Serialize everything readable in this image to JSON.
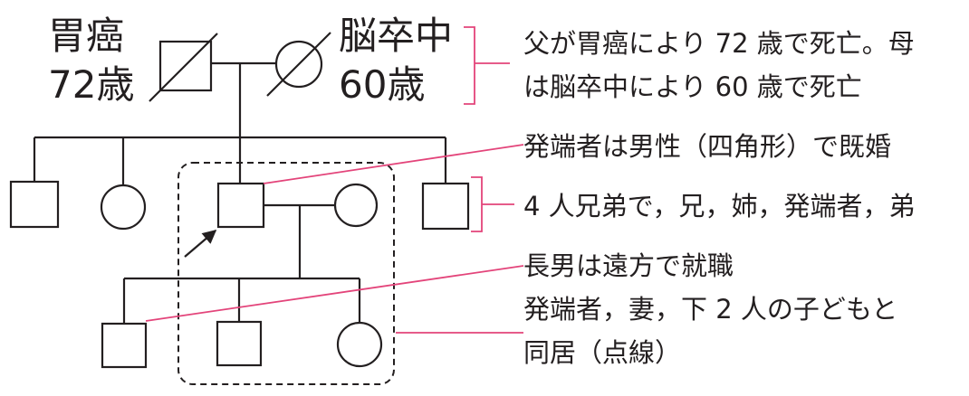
{
  "diagram": {
    "father": {
      "line1": "胃癌",
      "line2": "72歳"
    },
    "mother": {
      "line1": "脳卒中",
      "line2": "60歳"
    },
    "notes": {
      "parents_line1": "父が胃癌により 72 歳で死亡。母",
      "parents_line2": "は脳卒中により 60 歳で死亡",
      "proband": "発端者は男性（四角形）で既婚",
      "siblings": "4 人兄弟で，兄，姉，発端者，弟",
      "eldest_son": "長男は遠方で就職",
      "household_line1": "発端者，妻，下 2 人の子どもと",
      "household_line2": "同居（点線）"
    },
    "colors": {
      "line": "#231f20",
      "annotation": "#e3447a",
      "background": "#ffffff"
    }
  }
}
